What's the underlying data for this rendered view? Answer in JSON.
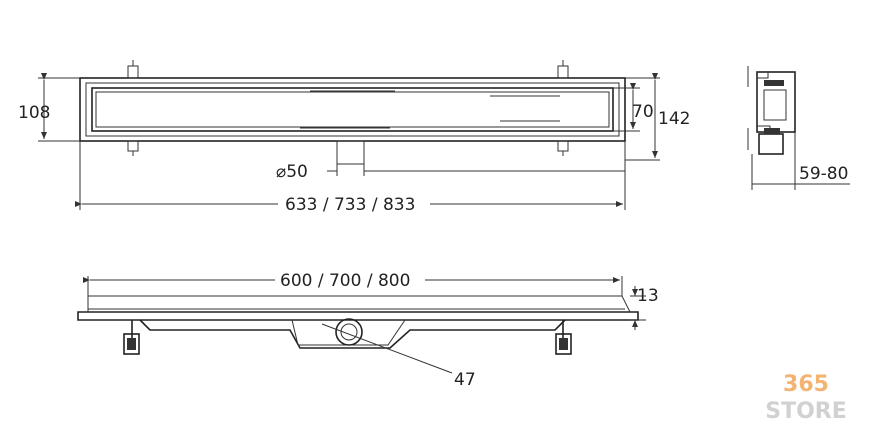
{
  "dimensions": {
    "height_outer": "108",
    "inner_height": "70",
    "total_height": "142",
    "outlet_diameter": "⌀50",
    "total_length": "633 / 733 / 833",
    "depth_range": "59-80",
    "grate_length": "600 / 700 / 800",
    "flange_height": "13",
    "outlet_height": "47"
  },
  "watermark": {
    "line1": "365",
    "line2": "STORE",
    "color": "#c9c9c9",
    "accent": "#f2a65a"
  }
}
